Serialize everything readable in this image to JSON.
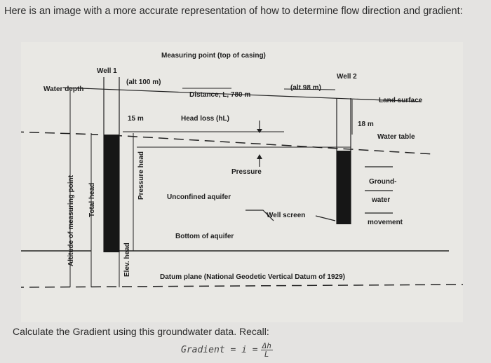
{
  "intro_text": "Here is an image with a more accurate representation of how to determine flow direction and gradient:",
  "diagram": {
    "measuring_point": "Measuring point (top of casing)",
    "well1": "Well 1",
    "well2": "Well 2",
    "water_depth": "Water depth",
    "alt1": "(alt 100 m)",
    "alt2": "(alt 98 m)",
    "distance": "Distance, L, 780 m",
    "land_surface": "Land surface",
    "depth1": "15 m",
    "depth2": "18 m",
    "head_loss": "Head loss (hL)",
    "water_table": "Water table",
    "pressure": "Pressure",
    "unconfined": "Unconfined aquifer",
    "ground_water": [
      "Ground-",
      "water",
      "movement"
    ],
    "well_screen": "Well screen",
    "bottom": "Bottom of aquifer",
    "datum": "Datum plane (National Geodetic Vertical Datum of 1929)",
    "altitude_label": "Altitude of measuring point",
    "total_head": "Total head",
    "pressure_head": "Pressure head",
    "elev_head": "Elev. head"
  },
  "outro_text": "Calculate the Gradient using this groundwater data. Recall:",
  "formula": {
    "lhs": "Gradient = i =",
    "numerator": "Δh",
    "denominator": "L"
  }
}
